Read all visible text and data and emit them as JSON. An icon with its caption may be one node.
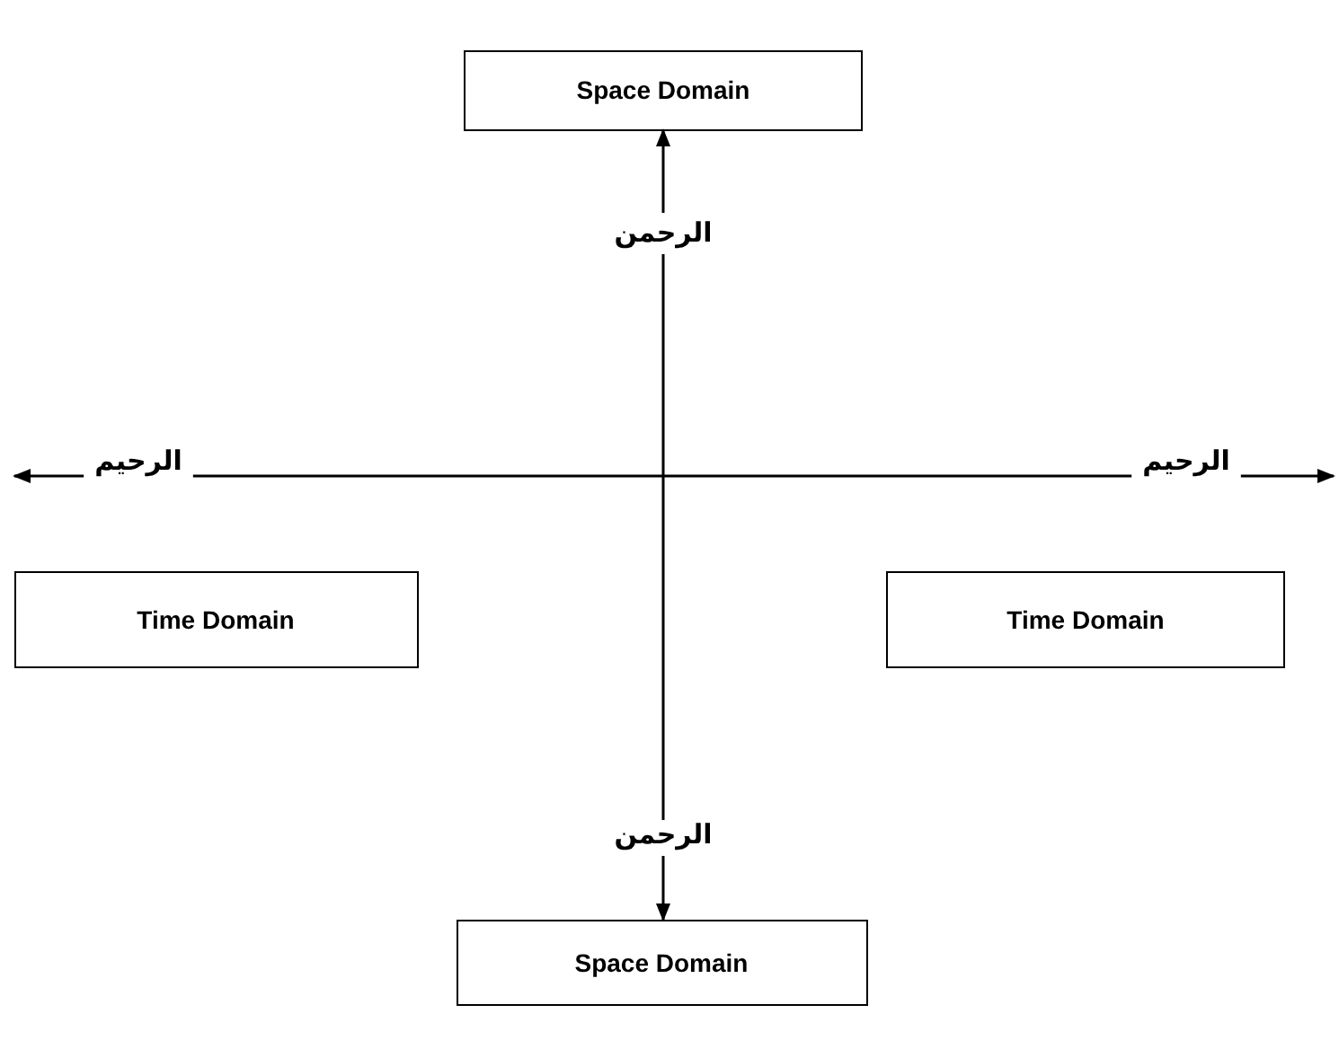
{
  "diagram": {
    "nodes": [
      {
        "text": [
          "Space Domain"
        ]
      },
      {
        "text": [
          "الرحمن"
        ]
      },
      {
        "text": [
          "الرحيم"
        ]
      },
      {
        "text": [
          "الرحيم"
        ]
      },
      {
        "text": [
          "Time Domain"
        ]
      },
      {
        "text": [
          "Time Domain"
        ]
      },
      {
        "text": [
          "الرحمن"
        ]
      },
      {
        "text": [
          "Space Domain"
        ]
      }
    ],
    "edges": [
      {
        "from": 1,
        "to": 0,
        "arrow": "to"
      },
      {
        "from": 1,
        "to": 6,
        "arrow": "none"
      },
      {
        "from": 6,
        "to": 7,
        "arrow": "to"
      },
      {
        "from": 2,
        "to": null,
        "arrow": "to"
      },
      {
        "from": 2,
        "to": 3,
        "arrow": "none"
      },
      {
        "from": 3,
        "to": null,
        "arrow": "to"
      }
    ]
  }
}
